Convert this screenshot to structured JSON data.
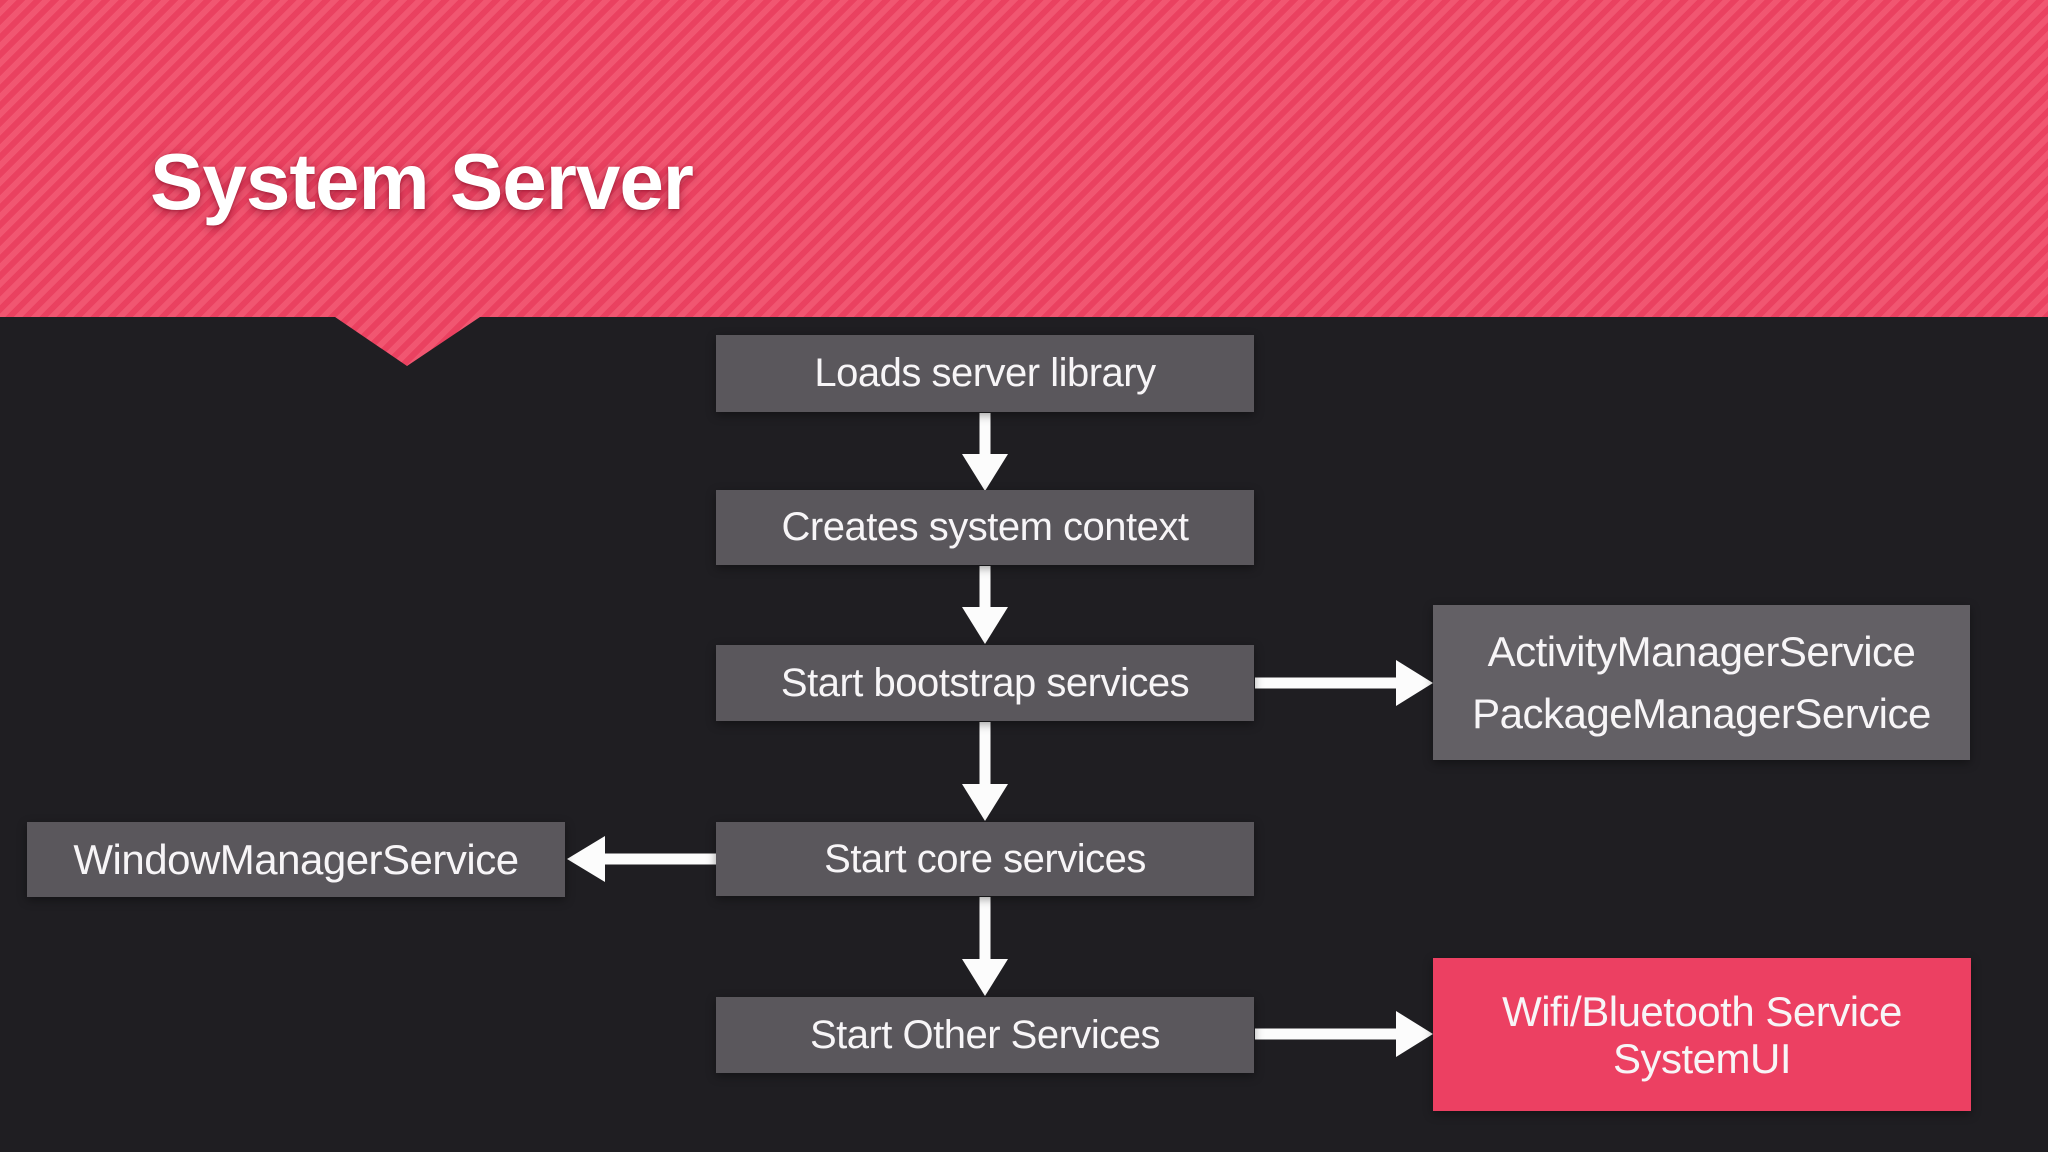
{
  "slide": {
    "title": "System Server"
  },
  "colors": {
    "background": "#1f1e22",
    "banner_stripe_dark": "#ea4160",
    "banner_stripe_light": "#f15671",
    "box_gray": "#5a575c",
    "box_gray_light": "#636065",
    "box_pink": "#ec4062",
    "arrow_white": "#fcfcfc",
    "text_white": "#f7f5f7"
  },
  "flowchart": {
    "nodes": {
      "loads": {
        "label": "Loads server library"
      },
      "creates": {
        "label": "Creates system context"
      },
      "bootstrap": {
        "label": "Start bootstrap services"
      },
      "core": {
        "label": "Start core services"
      },
      "other": {
        "label": "Start Other Services"
      },
      "ams_pms": {
        "line1": "ActivityManagerService",
        "line2": "PackageManagerService"
      },
      "wms": {
        "label": "WindowManagerService"
      },
      "wifi_systemui": {
        "line1": "Wifi/Bluetooth Service",
        "line2": "SystemUI"
      }
    },
    "edges": [
      {
        "from": "loads",
        "to": "creates",
        "direction": "down"
      },
      {
        "from": "creates",
        "to": "bootstrap",
        "direction": "down"
      },
      {
        "from": "bootstrap",
        "to": "ams_pms",
        "direction": "right"
      },
      {
        "from": "bootstrap",
        "to": "core",
        "direction": "down"
      },
      {
        "from": "core",
        "to": "wms",
        "direction": "left"
      },
      {
        "from": "core",
        "to": "other",
        "direction": "down"
      },
      {
        "from": "other",
        "to": "wifi_systemui",
        "direction": "right"
      }
    ]
  }
}
